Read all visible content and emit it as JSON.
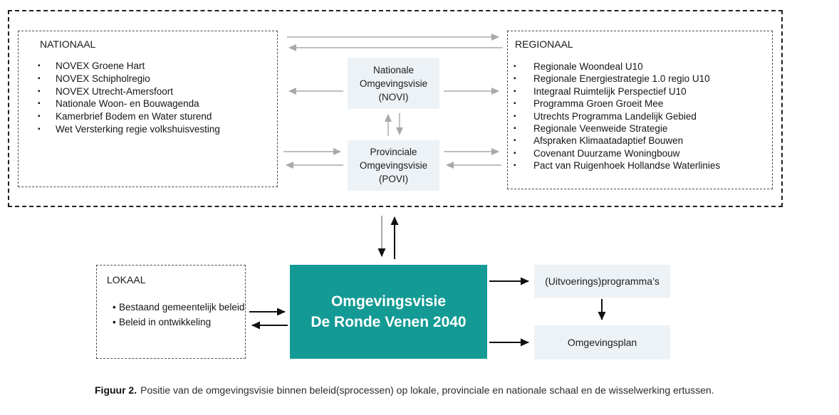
{
  "colors": {
    "teal": "#149a94",
    "panel_fill": "#edf2f6",
    "arrow_gray": "#a9a9a9",
    "arrow_black": "#111111"
  },
  "national": {
    "title": "NATIONAAL",
    "items": [
      "NOVEX Groene Hart",
      "NOVEX Schipholregio",
      "NOVEX Utrecht-Amersfoort",
      "Nationale Woon- en Bouwagenda",
      "Kamerbrief Bodem en Water sturend",
      "Wet Versterking regie volkshuisvesting"
    ]
  },
  "regional": {
    "title": "REGIONAAL",
    "items": [
      "Regionale Woondeal U10",
      "Regionale Energiestrategie 1.0 regio U10",
      "Integraal Ruimtelijk Perspectief U10",
      "Programma Groen Groeit Mee",
      "Utrechts Programma Landelijk Gebied",
      "Regionale Veenweide Strategie",
      "Afspraken Klimaatadaptief Bouwen",
      "Covenant Duurzame Woningbouw",
      "Pact van Ruigenhoek Hollandse Waterlinies"
    ]
  },
  "novi": {
    "label": "Nationale\nOmgevingsvisie\n(NOVI)"
  },
  "povi": {
    "label": "Provinciale\nOmgevingsvisie\n(POVI)"
  },
  "local": {
    "title": "LOKAAL",
    "items": [
      "Bestaand gemeentelijk beleid",
      "Beleid in ontwikkeling"
    ]
  },
  "vision": {
    "title": "Omgevingsvisie\nDe Ronde Venen 2040"
  },
  "outputs": {
    "programs": "(Uitvoerings)programma’s",
    "plan": "Omgevingsplan"
  },
  "caption": {
    "label": "Figuur 2.",
    "text": "Positie van de omgevingsvisie binnen beleid(sprocessen) op lokale, provinciale en nationale schaal en de wisselwerking ertussen."
  }
}
